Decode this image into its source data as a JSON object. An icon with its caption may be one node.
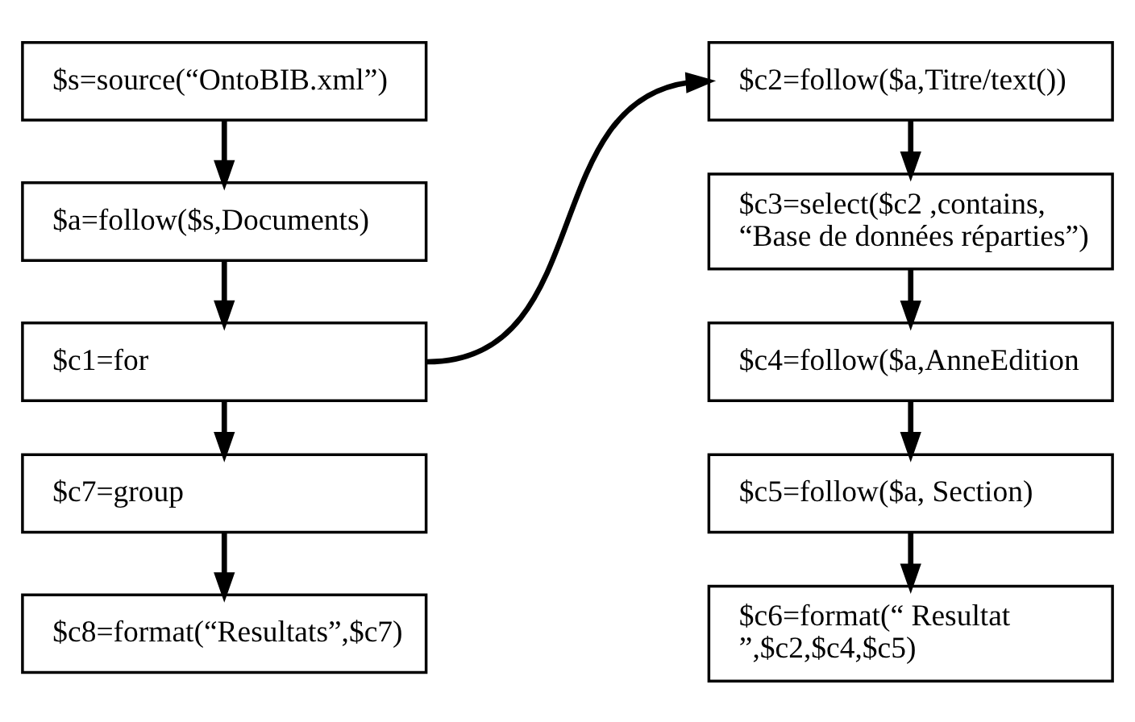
{
  "diagram": {
    "nodes": [
      {
        "text": [
          "$s=source(“OntoBIB.xml”)"
        ]
      },
      {
        "text": [
          "$a=follow($s,Documents)"
        ]
      },
      {
        "text": [
          "$c1=for"
        ]
      },
      {
        "text": [
          "$c7=group"
        ]
      },
      {
        "text": [
          "$c8=format(“Resultats”,$c7)"
        ]
      },
      {
        "text": [
          "$c2=follow($a,Titre/text())"
        ]
      },
      {
        "text": [
          "$c3=select($c2 ,contains, “Base de données réparties”)"
        ]
      },
      {
        "text": [
          "$c4=follow($a,AnneEdition"
        ]
      },
      {
        "text": [
          "$c5=follow($a, Section)"
        ]
      },
      {
        "text": [
          "$c6=format(“ Resultat ”,$c2,$c4,$c5)"
        ]
      }
    ],
    "edges": [
      {
        "from": 0,
        "to": 1,
        "arrow": "to"
      },
      {
        "from": 1,
        "to": 2,
        "arrow": "to"
      },
      {
        "from": 2,
        "to": 3,
        "arrow": "to"
      },
      {
        "from": 3,
        "to": 4,
        "arrow": "to"
      },
      {
        "from": 2,
        "to": 5,
        "arrow": "to"
      },
      {
        "from": 5,
        "to": 6,
        "arrow": "to"
      },
      {
        "from": 6,
        "to": 7,
        "arrow": "to"
      },
      {
        "from": 7,
        "to": 8,
        "arrow": "to"
      },
      {
        "from": 8,
        "to": 9,
        "arrow": "to"
      }
    ]
  }
}
